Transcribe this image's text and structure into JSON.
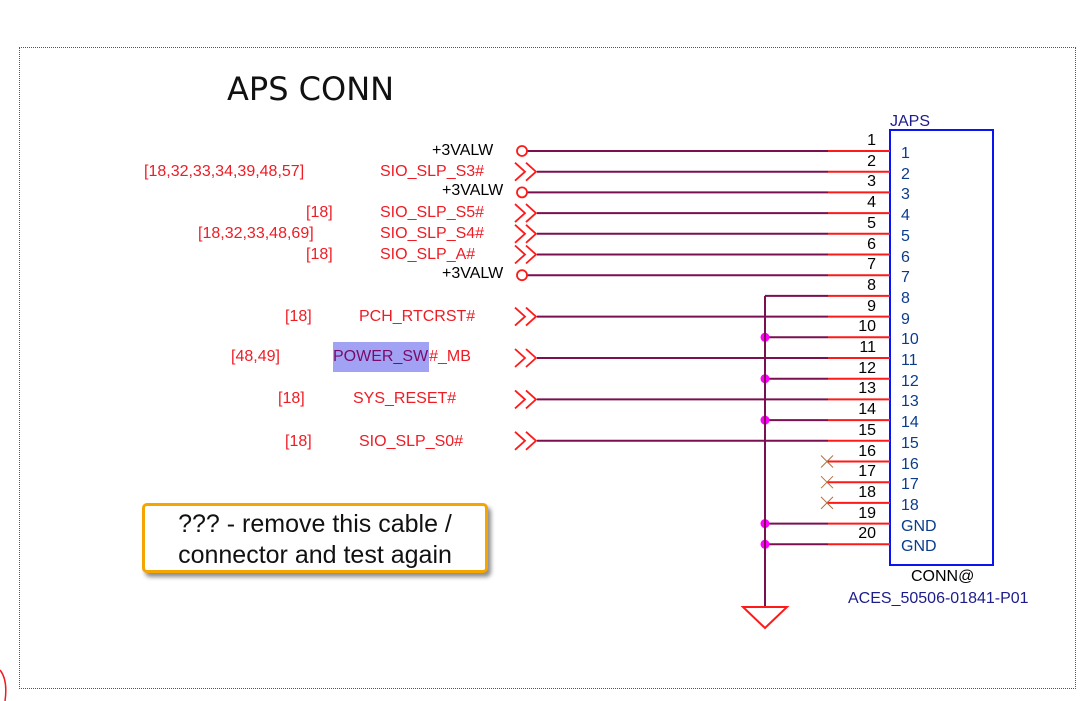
{
  "sheet": {
    "title": "APS CONN"
  },
  "connector": {
    "refdes": "JAPS",
    "variant": "CONN@",
    "part_number": "ACES_50506-01841-P01",
    "pins": [
      {
        "wire_num": "1",
        "pin_label": "1"
      },
      {
        "wire_num": "2",
        "pin_label": "2"
      },
      {
        "wire_num": "3",
        "pin_label": "3"
      },
      {
        "wire_num": "4",
        "pin_label": "4"
      },
      {
        "wire_num": "5",
        "pin_label": "5"
      },
      {
        "wire_num": "6",
        "pin_label": "6"
      },
      {
        "wire_num": "7",
        "pin_label": "7"
      },
      {
        "wire_num": "8",
        "pin_label": "8"
      },
      {
        "wire_num": "9",
        "pin_label": "9"
      },
      {
        "wire_num": "10",
        "pin_label": "10"
      },
      {
        "wire_num": "11",
        "pin_label": "11"
      },
      {
        "wire_num": "12",
        "pin_label": "12"
      },
      {
        "wire_num": "13",
        "pin_label": "13"
      },
      {
        "wire_num": "14",
        "pin_label": "14"
      },
      {
        "wire_num": "15",
        "pin_label": "15"
      },
      {
        "wire_num": "16",
        "pin_label": "16"
      },
      {
        "wire_num": "17",
        "pin_label": "17"
      },
      {
        "wire_num": "18",
        "pin_label": "18"
      },
      {
        "wire_num": "19",
        "pin_label": "GND"
      },
      {
        "wire_num": "20",
        "pin_label": "GND"
      }
    ]
  },
  "nets": [
    {
      "pin": 1,
      "name": "+3VALW",
      "type": "power",
      "refs": ""
    },
    {
      "pin": 2,
      "name": "SIO_SLP_S3#",
      "type": "offpage",
      "refs": "[18,32,33,34,39,48,57]"
    },
    {
      "pin": 3,
      "name": "+3VALW",
      "type": "power",
      "refs": ""
    },
    {
      "pin": 4,
      "name": "SIO_SLP_S5#",
      "type": "offpage",
      "refs": "[18]"
    },
    {
      "pin": 5,
      "name": "SIO_SLP_S4#",
      "type": "offpage",
      "refs": "[18,32,33,48,69]"
    },
    {
      "pin": 6,
      "name": "SIO_SLP_A#",
      "type": "offpage",
      "refs": "[18]"
    },
    {
      "pin": 7,
      "name": "+3VALW",
      "type": "power",
      "refs": ""
    },
    {
      "pin": 9,
      "name": "PCH_RTCRST#",
      "type": "offpage",
      "refs": "[18]"
    },
    {
      "pin": 11,
      "name": "POWER_SW#_MB",
      "name_highlighted": "POWER_SW",
      "name_rest": "#_MB",
      "type": "offpage",
      "refs": "[48,49]"
    },
    {
      "pin": 13,
      "name": "SYS_RESET#",
      "type": "offpage",
      "refs": "[18]"
    },
    {
      "pin": 15,
      "name": "SIO_SLP_S0#",
      "type": "offpage",
      "refs": "[18]"
    }
  ],
  "ground_pins": [
    8,
    10,
    12,
    14,
    19,
    20
  ],
  "no_connect_pins": [
    16,
    17,
    18
  ],
  "annotation": {
    "line1": "??? - remove this cable /",
    "line2": "connector and test again"
  },
  "colors": {
    "wire": "#7a1050",
    "pin_stub": "#ff1a1a",
    "junction": "#ff00ff",
    "symbol_box": "#0a14f0",
    "net_label": "#ee1c24",
    "note_border": "#f5a500"
  }
}
